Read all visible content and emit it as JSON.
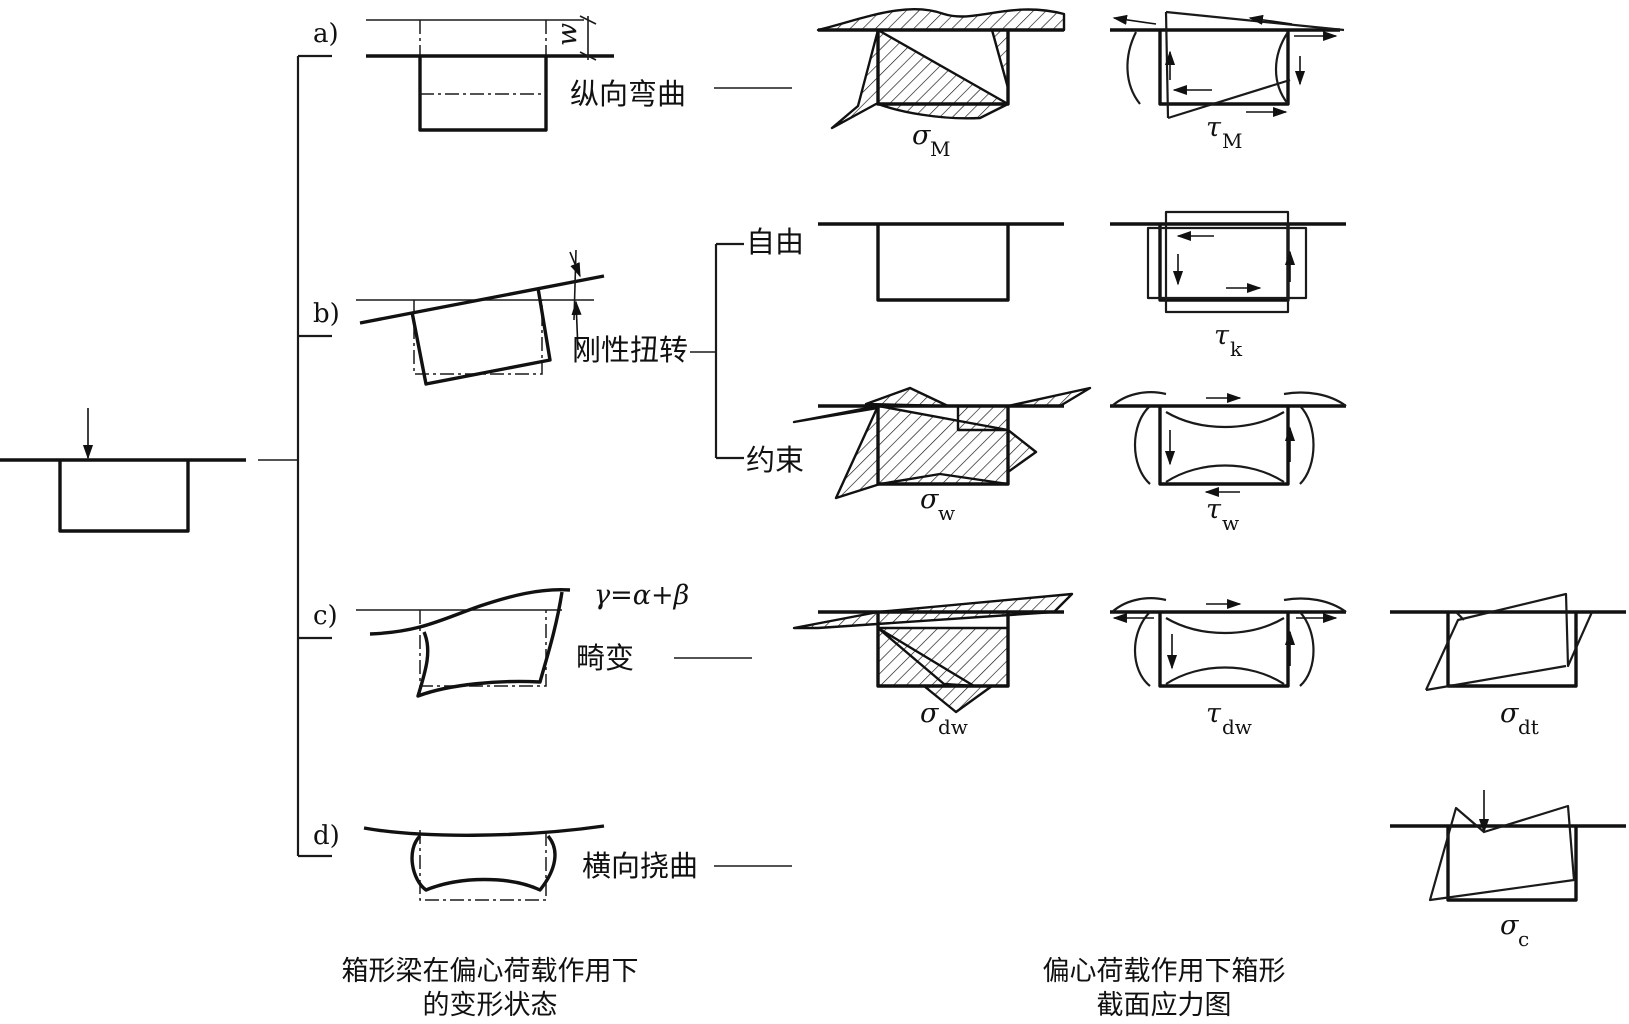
{
  "cases": {
    "a": {
      "label": "a)",
      "name": "纵向弯曲",
      "dim": "w"
    },
    "b": {
      "label": "b)",
      "name": "刚性扭转",
      "free": "自由",
      "restrained": "约束"
    },
    "c": {
      "label": "c)",
      "name": "畸变",
      "angle_formula": "γ=α+β"
    },
    "d": {
      "label": "d)",
      "name": "横向挠曲"
    }
  },
  "stress": {
    "sigma_M": {
      "sym": "σ",
      "sub": "M"
    },
    "tau_M": {
      "sym": "τ",
      "sub": "M"
    },
    "tau_k": {
      "sym": "τ",
      "sub": "k"
    },
    "sigma_w": {
      "sym": "σ",
      "sub": "w"
    },
    "tau_w": {
      "sym": "τ",
      "sub": "w"
    },
    "sigma_dw": {
      "sym": "σ",
      "sub": "dw"
    },
    "tau_dw": {
      "sym": "τ",
      "sub": "dw"
    },
    "sigma_dt": {
      "sym": "σ",
      "sub": "dt"
    },
    "sigma_c": {
      "sym": "σ",
      "sub": "c"
    }
  },
  "captions": {
    "left_line1": "箱形梁在偏心荷载作用下",
    "left_line2": "的变形状态",
    "right_line1": "偏心荷载作用下箱形",
    "right_line2": "截面应力图"
  }
}
